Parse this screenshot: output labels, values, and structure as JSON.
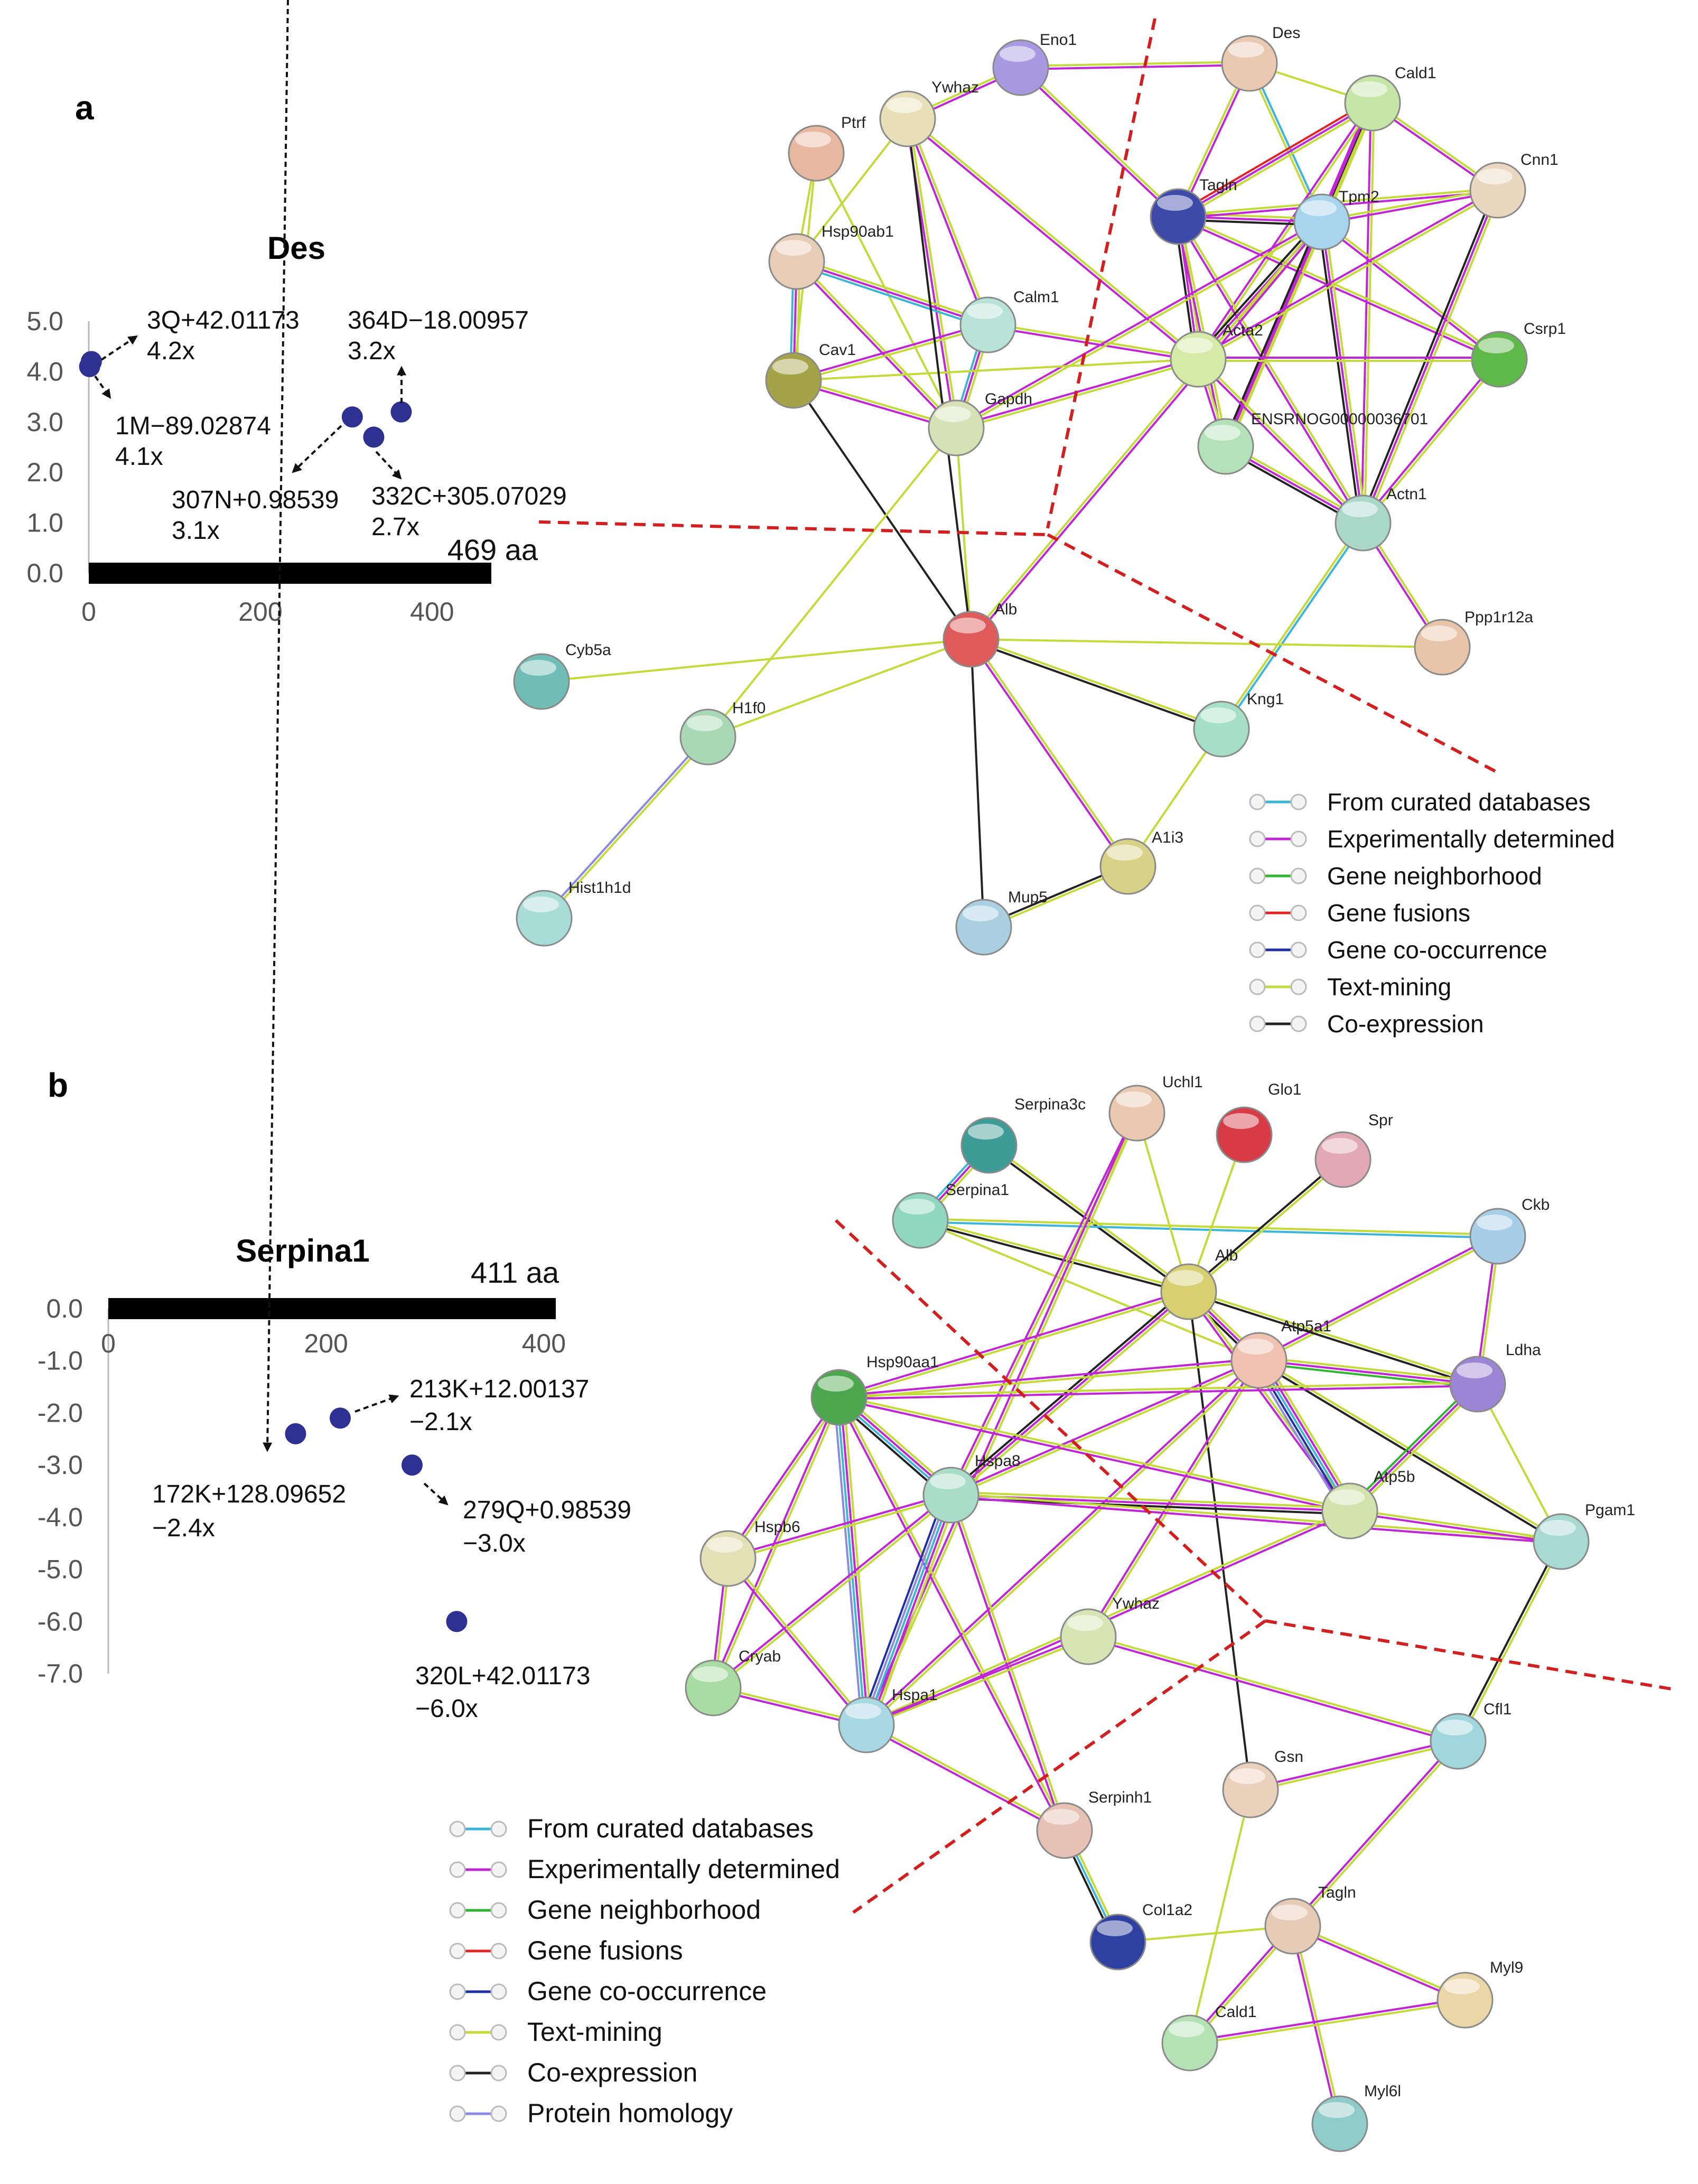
{
  "colors": {
    "marker": "#2e3192",
    "divider": "#d21f1f",
    "curated": "#3bb6d8",
    "experimental": "#c026d3",
    "neighborhood": "#2fb52f",
    "fusion": "#e02424",
    "cooccurrence": "#1f2fa8",
    "textmining": "#c4d93a",
    "coexpression": "#222222",
    "homology": "#8a8ae0"
  },
  "panel_a": {
    "label": "a",
    "chart_data": {
      "type": "scatter",
      "title": "Des",
      "xlabel": "",
      "ylabel": "",
      "xlim": [
        0,
        469
      ],
      "ylim": [
        0,
        5
      ],
      "x_ticks": [
        "0",
        "200",
        "400"
      ],
      "y_ticks": [
        "0.0",
        "1.0",
        "2.0",
        "3.0",
        "4.0",
        "5.0"
      ],
      "protein_length_label": "469 aa",
      "points": [
        {
          "x": 1,
          "y": 4.1,
          "site": "1M−89.02874",
          "fold": "4.1x"
        },
        {
          "x": 3,
          "y": 4.2,
          "site": "3Q+42.01173",
          "fold": "4.2x"
        },
        {
          "x": 307,
          "y": 3.1,
          "site": "307N+0.98539",
          "fold": "3.1x"
        },
        {
          "x": 332,
          "y": 2.7,
          "site": "332C+305.07029",
          "fold": "2.7x"
        },
        {
          "x": 364,
          "y": 3.2,
          "site": "364D−18.00957",
          "fold": "3.2x"
        }
      ]
    },
    "network": {
      "nodes": [
        "Eno1",
        "Des",
        "Cald1",
        "Ywhaz",
        "Ptrf",
        "Cnn1",
        "Tagln",
        "Tpm2",
        "Hsp90ab1",
        "Calm1",
        "Csrp1",
        "Acta2",
        "Cav1",
        "Gapdh",
        "ENSRNOG00000036701",
        "Actn1",
        "Alb",
        "Ppp1r12a",
        "Cyb5a",
        "H1f0",
        "Kng1",
        "A1i3",
        "Hist1h1d",
        "Mup5"
      ]
    },
    "legend": [
      "From curated databases",
      "Experimentally determined",
      "Gene neighborhood",
      "Gene fusions",
      "Gene co-occurrence",
      "Text-mining",
      "Co-expression"
    ]
  },
  "panel_b": {
    "label": "b",
    "chart_data": {
      "type": "scatter",
      "title": "Serpina1",
      "xlabel": "",
      "ylabel": "",
      "xlim": [
        0,
        411
      ],
      "ylim": [
        -7,
        0
      ],
      "x_ticks": [
        "0",
        "200",
        "400"
      ],
      "y_ticks": [
        "0.0",
        "-1.0",
        "-2.0",
        "-3.0",
        "-4.0",
        "-5.0",
        "-6.0",
        "-7.0"
      ],
      "protein_length_label": "411 aa",
      "points": [
        {
          "x": 172,
          "y": -2.4,
          "site": "172K+128.09652",
          "fold": "−2.4x"
        },
        {
          "x": 213,
          "y": -2.1,
          "site": "213K+12.00137",
          "fold": "−2.1x"
        },
        {
          "x": 279,
          "y": -3.0,
          "site": "279Q+0.98539",
          "fold": "−3.0x"
        },
        {
          "x": 320,
          "y": -6.0,
          "site": "320L+42.01173",
          "fold": "−6.0x"
        }
      ]
    },
    "network": {
      "nodes": [
        "Serpina3c",
        "Uchl1",
        "Glo1",
        "Spr",
        "Serpina1",
        "Ckb",
        "Alb",
        "Atp5a1",
        "Hsp90aa1",
        "Ldha",
        "Hspa8",
        "Atp5b",
        "Hspb6",
        "Pgam1",
        "Ywhaz",
        "Cryab",
        "Hspa1",
        "Cfl1",
        "Gsn",
        "Serpinh1",
        "Col1a2",
        "Tagln",
        "Myl9",
        "Cald1",
        "Myl6l"
      ]
    },
    "legend": [
      "From curated databases",
      "Experimentally determined",
      "Gene neighborhood",
      "Gene fusions",
      "Gene co-occurrence",
      "Text-mining",
      "Co-expression",
      "Protein homology"
    ]
  }
}
